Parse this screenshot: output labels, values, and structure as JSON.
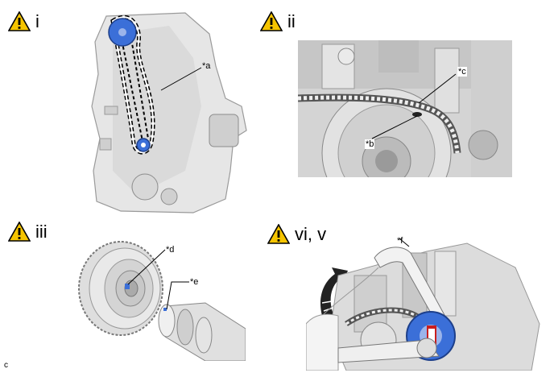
{
  "steps": [
    {
      "label": "i"
    },
    {
      "label": "ii"
    },
    {
      "label": "iii"
    },
    {
      "label": "vi, v"
    }
  ],
  "callouts": {
    "a": "*a",
    "b": "*b",
    "c": "*c",
    "d": "*d",
    "e": "*e",
    "f": "*f"
  },
  "corner_code": "c",
  "colors": {
    "warning_fill": "#f5c400",
    "highlight_blue": "#3b6fd8",
    "metal_light": "#e8e8e8",
    "metal_mid": "#c4c4c4",
    "metal_dark": "#8c8c8c",
    "arrow": "#222222"
  }
}
